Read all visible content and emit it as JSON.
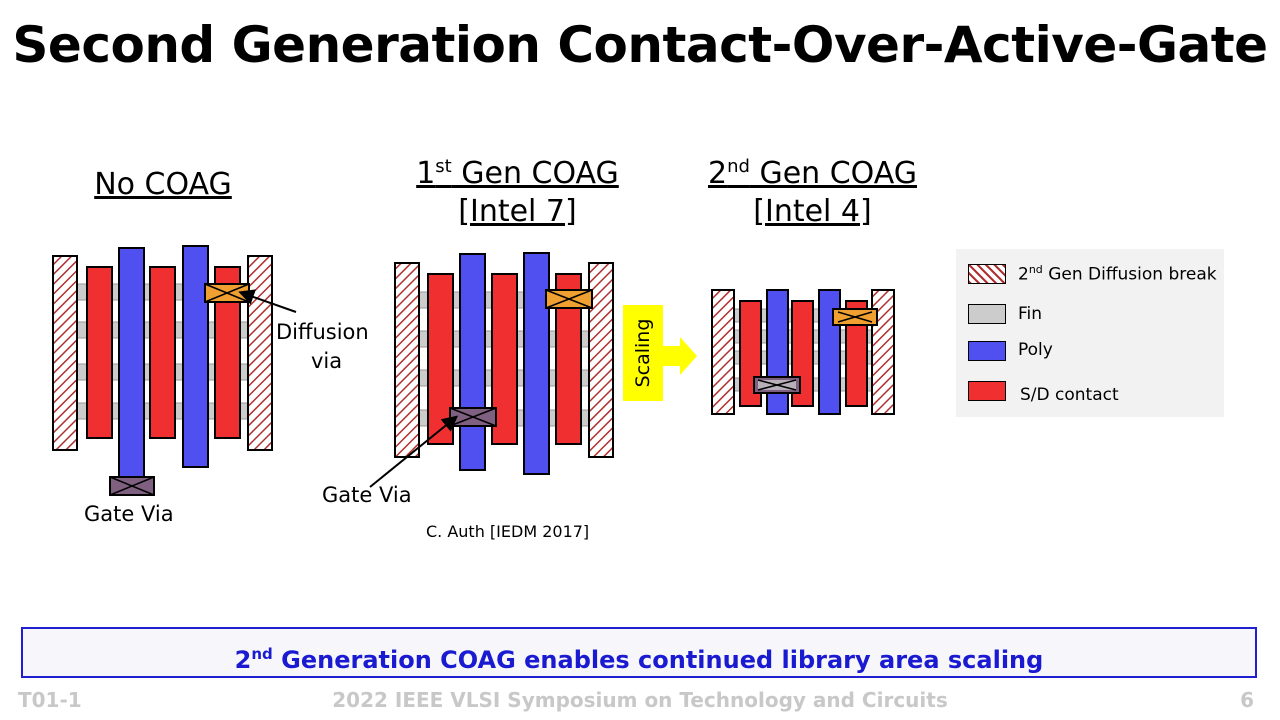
{
  "title": "Second Generation Contact-Over-Active-Gate",
  "panels": {
    "no_coag": {
      "heading": "No COAG"
    },
    "gen1": {
      "heading_sup": "st",
      "heading_num": "1",
      "heading_rest": " Gen COAG",
      "heading_line2": "[Intel 7]"
    },
    "gen2": {
      "heading_sup": "nd",
      "heading_num": "2",
      "heading_rest": " Gen COAG",
      "heading_line2": "[Intel 4]"
    }
  },
  "annotations": {
    "diffusion_via_line1": "Diffusion",
    "diffusion_via_line2": "via",
    "gate_via_left": "Gate Via",
    "gate_via_middle": "Gate Via",
    "scaling": "Scaling",
    "citation": "C. Auth [IEDM 2017]"
  },
  "legend": {
    "items": [
      {
        "num": "2",
        "sup": "nd",
        "label": " Gen Diffusion break",
        "kind": "diffusion-break"
      },
      {
        "num": "",
        "sup": "",
        "label": "Fin",
        "kind": "fin"
      },
      {
        "num": "",
        "sup": "",
        "label": "Poly",
        "kind": "poly"
      },
      {
        "num": "",
        "sup": "",
        "label": "S/D contact",
        "kind": "sd-contact"
      }
    ]
  },
  "banner": {
    "num": "2",
    "sup": "nd",
    "text": " Generation COAG enables continued library area scaling"
  },
  "footer": {
    "left": "T01-1",
    "center": "2022 IEEE VLSI Symposium on Technology and Circuits",
    "right": "6"
  },
  "colors": {
    "poly": "#5050f0",
    "sd_contact": "#f03030",
    "fin": "#cccccc",
    "diffusion_via": "#f0a030",
    "gate_via": "#806080",
    "scaling_bg": "#ffff00",
    "banner_text": "#1a1ad0"
  }
}
